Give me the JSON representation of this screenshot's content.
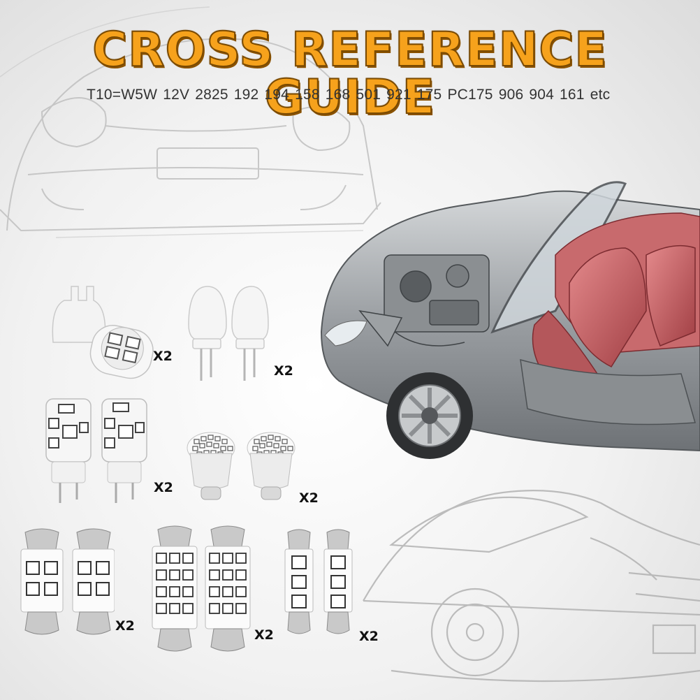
{
  "title": "CROSS REFERENCE GUIDE",
  "subtitle": "T10=W5W 12V 2825 192 194 158 168 501 921 175 PC175 906 904 161 etc",
  "colors": {
    "title_fill": "#f6a21c",
    "title_outline": "#7a4a00",
    "car_body": "#8e9296",
    "interior": "#c4575b"
  },
  "items": [
    {
      "name": "t10-wedge-4smd",
      "qty": "X2"
    },
    {
      "name": "t10-wedge-dome",
      "qty": "X2"
    },
    {
      "name": "t10-wedge-5smd",
      "qty": "X2"
    },
    {
      "name": "ba15d-22smd",
      "qty": "X2"
    },
    {
      "name": "festoon-4smd",
      "qty": "X2"
    },
    {
      "name": "festoon-12smd",
      "qty": "X2"
    },
    {
      "name": "festoon-3smd",
      "qty": "X2"
    }
  ]
}
